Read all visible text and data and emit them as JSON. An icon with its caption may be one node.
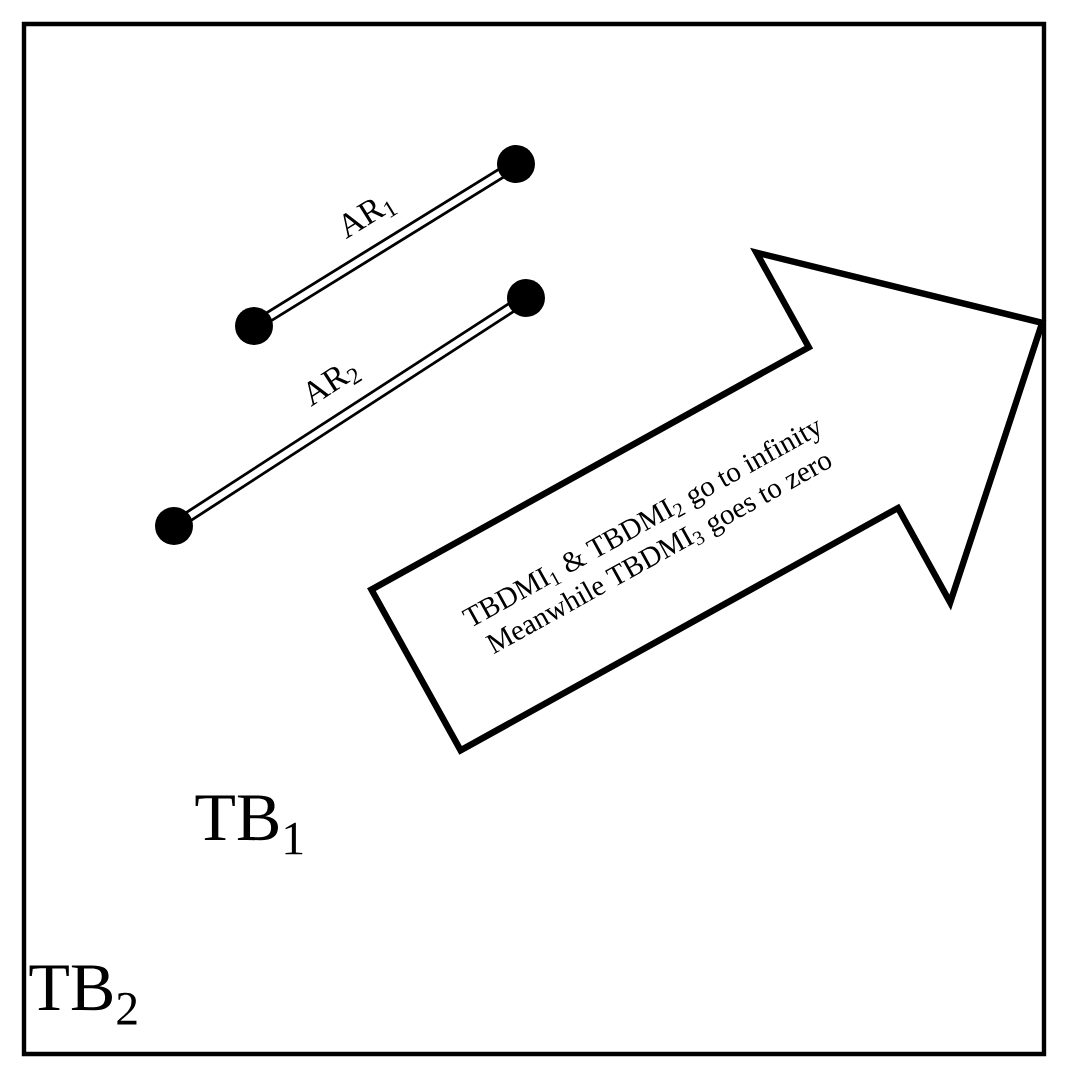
{
  "diagram": {
    "nodes": [
      {
        "text": [
          "TB$_{2}$"
        ]
      },
      {
        "text": [
          "AR$_{1}$"
        ],
        "in": 0
      },
      {
        "text": [
          "AR$_{2}$"
        ],
        "in": 0
      },
      {
        "text": [
          "TBDMI$_{1}$ & TBDMI$_{2}$ go to infinity",
          "Meanwhile TBDMI$_{3}$ goes to zero"
        ],
        "in": 0
      }
    ],
    "labels": [
      "TB$_{1}$"
    ]
  }
}
